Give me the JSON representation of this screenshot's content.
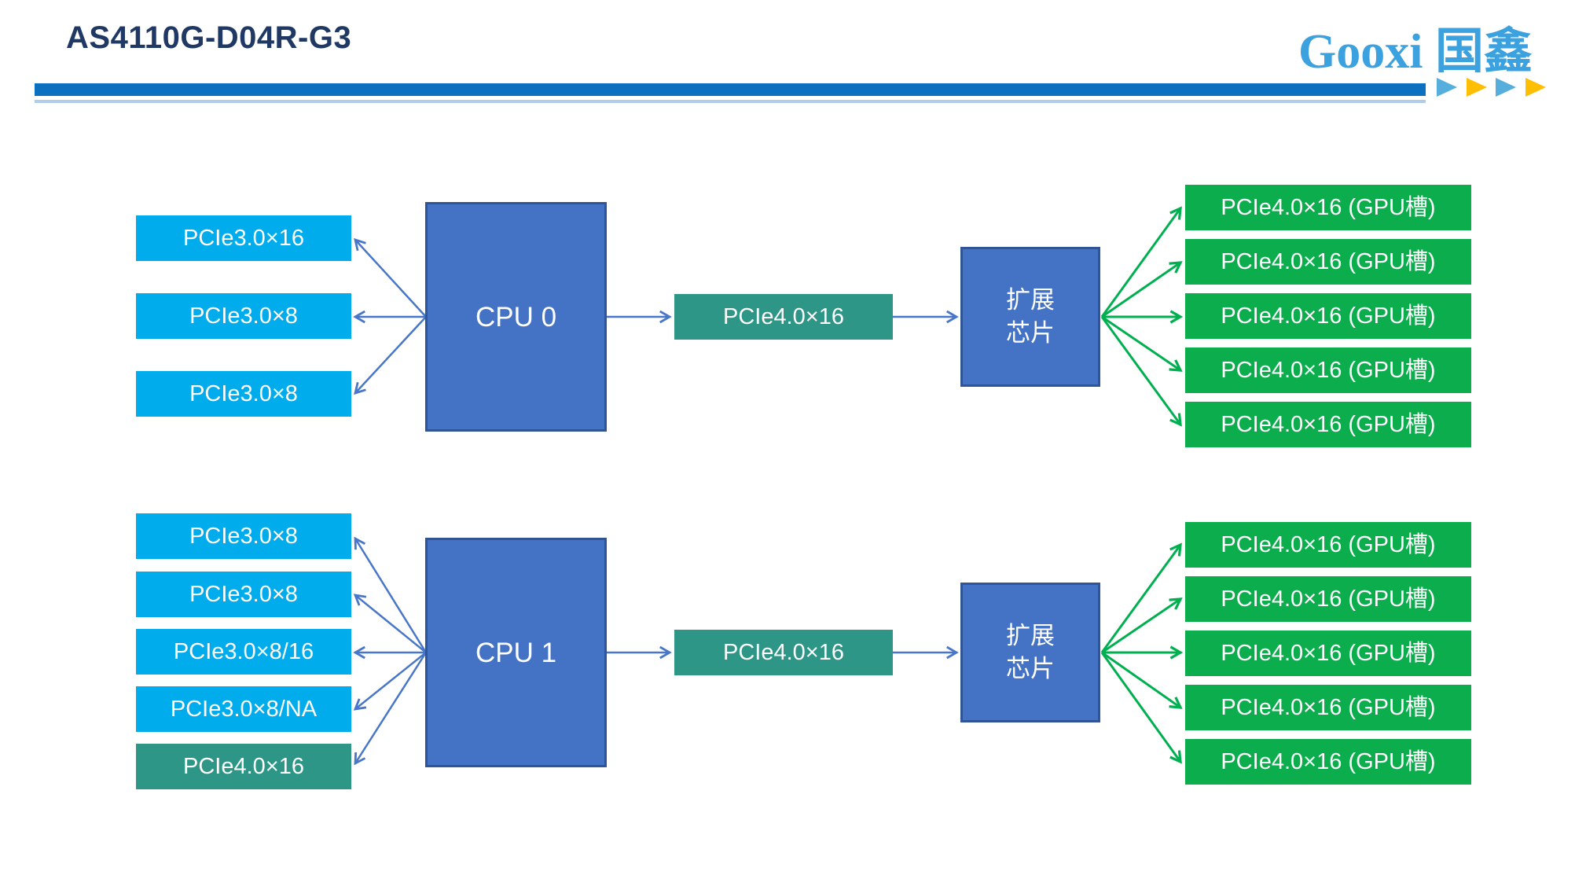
{
  "header": {
    "title": "AS4110G-D04R-G3",
    "logo_en": "Gooxi",
    "logo_cn": "国鑫"
  },
  "colors": {
    "title_navy": "#1F3864",
    "header_bar_blue": "#0B70C0",
    "header_underline_blue": "#AFCDE9",
    "logo_blue": "#3CA2DF",
    "triangle_blue": "#55AEDC",
    "triangle_orange": "#FFBE00",
    "cpu_fill": "#4472C4",
    "cpu_border": "#2F5597",
    "slot_lightblue": "#00ACEC",
    "slot_teal": "#2D9687",
    "gpu_slot_green": "#0CAD4C",
    "arrow_blue": "#4876C8",
    "arrow_green": "#00B050"
  },
  "diagram": {
    "sections": [
      {
        "cpu_label": "CPU 0",
        "left_slots": [
          {
            "label": "PCIe3.0×16"
          },
          {
            "label": "PCIe3.0×8"
          },
          {
            "label": "PCIe3.0×8"
          }
        ],
        "uplink_label": "PCIe4.0×16",
        "expander": {
          "line1": "扩展",
          "line2": "芯片"
        },
        "gpu_slots": [
          "PCIe4.0×16 (GPU槽)",
          "PCIe4.0×16 (GPU槽)",
          "PCIe4.0×16 (GPU槽)",
          "PCIe4.0×16 (GPU槽)",
          "PCIe4.0×16 (GPU槽)"
        ]
      },
      {
        "cpu_label": "CPU 1",
        "left_slots": [
          {
            "label": "PCIe3.0×8"
          },
          {
            "label": "PCIe3.0×8"
          },
          {
            "label": "PCIe3.0×8/16"
          },
          {
            "label": "PCIe3.0×8/NA"
          },
          {
            "label": "PCIe4.0×16"
          }
        ],
        "uplink_label": "PCIe4.0×16",
        "expander": {
          "line1": "扩展",
          "line2": "芯片"
        },
        "gpu_slots": [
          "PCIe4.0×16 (GPU槽)",
          "PCIe4.0×16 (GPU槽)",
          "PCIe4.0×16 (GPU槽)",
          "PCIe4.0×16 (GPU槽)",
          "PCIe4.0×16 (GPU槽)"
        ]
      }
    ]
  }
}
